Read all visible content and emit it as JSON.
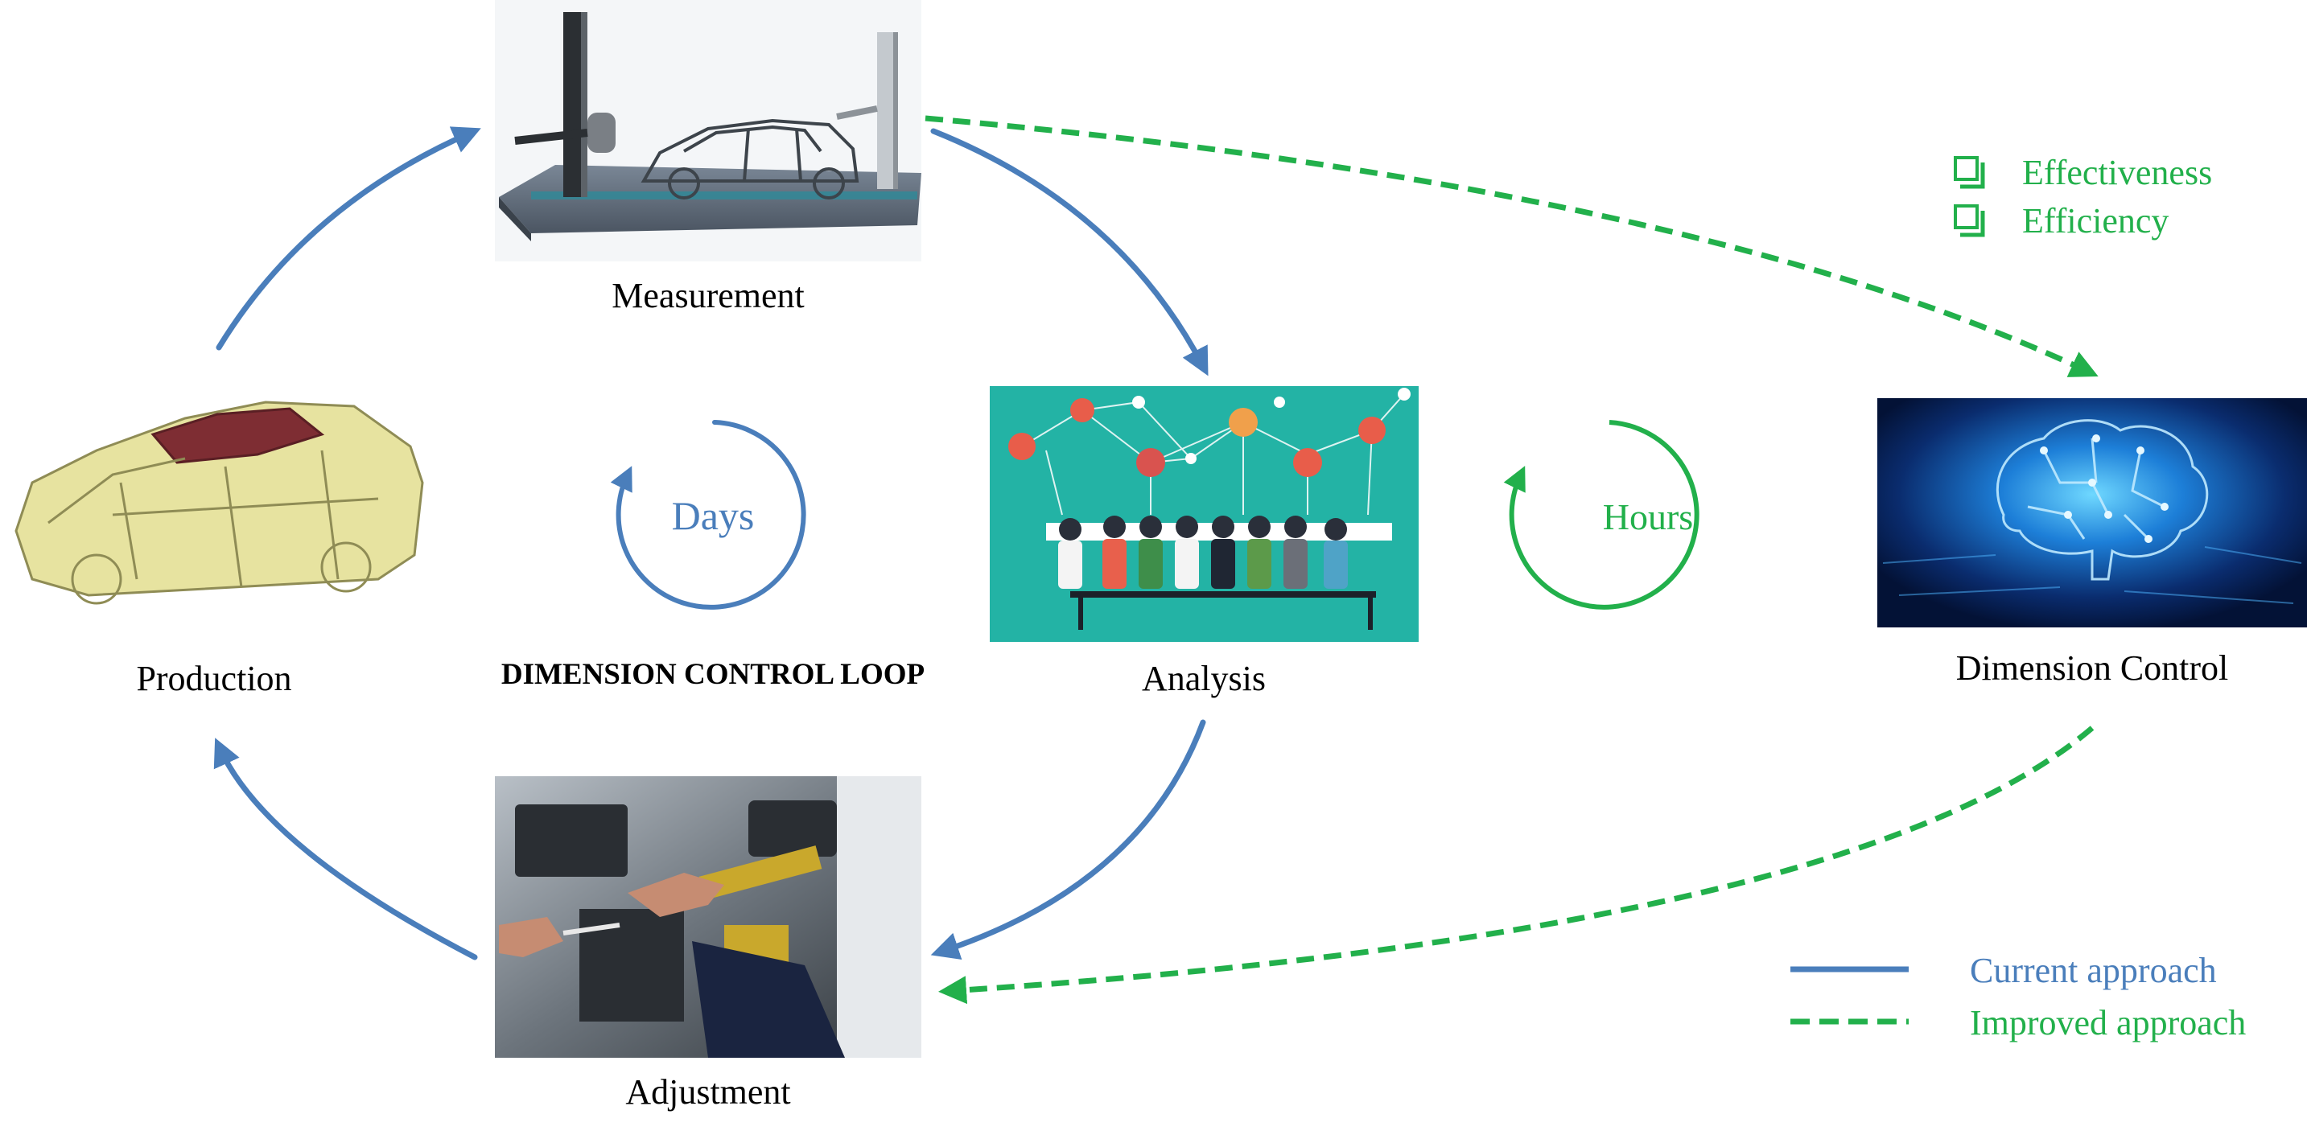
{
  "nodes": {
    "measurement": {
      "label": "Measurement",
      "image_icon": "cmm-measurement-machine-with-car-body"
    },
    "analysis": {
      "label": "Analysis",
      "image_icon": "team-meeting-network-illustration"
    },
    "production": {
      "label": "Production",
      "image_icon": "car-body-in-white-3d"
    },
    "adjustment": {
      "label": "Adjustment",
      "image_icon": "fixture-adjustment-photo"
    },
    "dimension_control": {
      "label": "Dimension Control",
      "image_icon": "ai-brain-circuit"
    }
  },
  "loop_title": "DIMENSION CONTROL LOOP",
  "cycles": {
    "days": {
      "label": "Days"
    },
    "hours": {
      "label": "Hours"
    }
  },
  "benefits": [
    "Effectiveness",
    "Efficiency"
  ],
  "legend": {
    "current": "Current approach",
    "improved": "Improved approach"
  },
  "colors": {
    "current": "#4a7ebb",
    "improved": "#22b04b",
    "text": "#000000"
  }
}
